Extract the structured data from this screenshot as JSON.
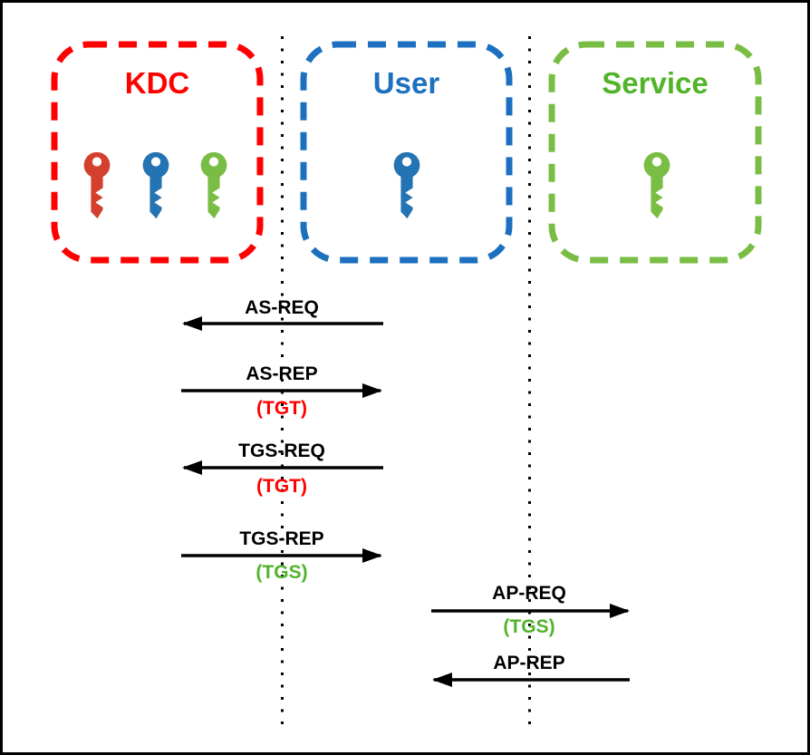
{
  "diagram": {
    "type": "sequence-diagram",
    "actors": [
      {
        "id": "kdc",
        "name": "KDC",
        "color": "#ff0000",
        "keys": [
          "red",
          "blue",
          "green"
        ]
      },
      {
        "id": "user",
        "name": "User",
        "color": "#1c70bf",
        "keys": [
          "blue"
        ]
      },
      {
        "id": "service",
        "name": "Service",
        "color": "#52b42a",
        "keys": [
          "green"
        ]
      }
    ],
    "messages": [
      {
        "label": "AS-REQ",
        "from": "User",
        "to": "KDC",
        "direction": "left",
        "note": ""
      },
      {
        "label": "AS-REP",
        "from": "KDC",
        "to": "User",
        "direction": "right",
        "note": "(TGT)",
        "note_color": "#ff0000"
      },
      {
        "label": "TGS-REQ",
        "from": "User",
        "to": "KDC",
        "direction": "left",
        "note": "(TGT)",
        "note_color": "#ff0000"
      },
      {
        "label": "TGS-REP",
        "from": "KDC",
        "to": "User",
        "direction": "right",
        "note": "(TGS)",
        "note_color": "#52b42a"
      },
      {
        "label": "AP-REQ",
        "from": "User",
        "to": "Service",
        "direction": "right",
        "note": "(TGS)",
        "note_color": "#52b42a"
      },
      {
        "label": "AP-REP",
        "from": "Service",
        "to": "User",
        "direction": "left",
        "note": ""
      }
    ],
    "colors": {
      "kdc_red": "#ff0000",
      "user_blue": "#1c70bf",
      "service_green": "#79bd45",
      "note_tgt_red": "#ff0000",
      "note_tgs_green": "#52b42a",
      "key_red": "#d4402e",
      "key_blue": "#2473b2",
      "key_green": "#79bd45",
      "line_black": "#000000"
    }
  }
}
